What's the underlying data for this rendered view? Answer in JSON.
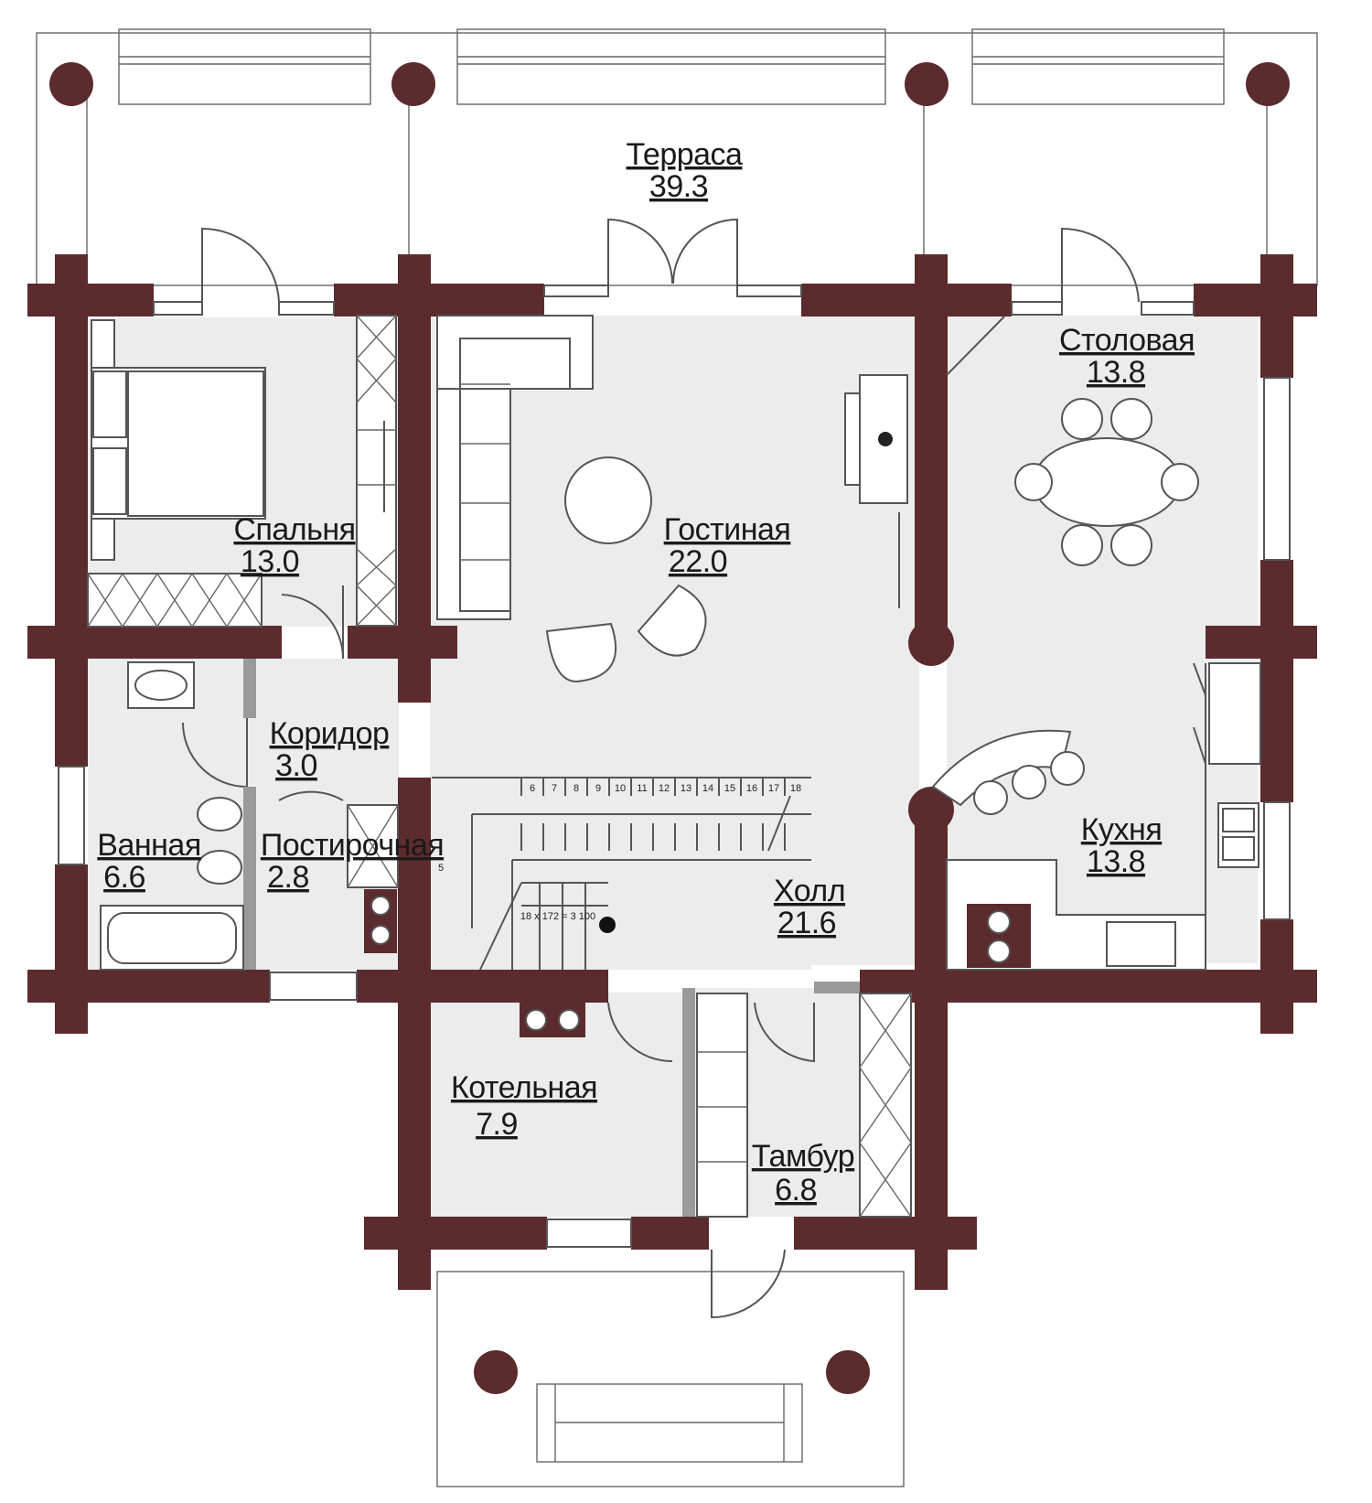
{
  "rooms": [
    {
      "id": "terrace",
      "name": "Терраса",
      "area": "39.3"
    },
    {
      "id": "bedroom",
      "name": "Спальня",
      "area": "13.0"
    },
    {
      "id": "living",
      "name": "Гостиная",
      "area": "22.0"
    },
    {
      "id": "dining",
      "name": "Столовая",
      "area": "13.8"
    },
    {
      "id": "corridor",
      "name": "Коридор",
      "area": "3.0"
    },
    {
      "id": "bathroom",
      "name": "Ванная",
      "area": "6.6"
    },
    {
      "id": "laundry",
      "name": "Постирочная",
      "area": "2.8"
    },
    {
      "id": "kitchen",
      "name": "Кухня",
      "area": "13.8"
    },
    {
      "id": "hall",
      "name": "Холл",
      "area": "21.6"
    },
    {
      "id": "boiler",
      "name": "Котельная",
      "area": "7.9"
    },
    {
      "id": "vestibule",
      "name": "Тамбур",
      "area": "6.8"
    }
  ],
  "stairs": {
    "step_numbers": [
      "5",
      "6",
      "7",
      "8",
      "9",
      "10",
      "11",
      "12",
      "13",
      "14",
      "15",
      "16",
      "17",
      "18"
    ],
    "spec": "18 x 172 = 3 100"
  },
  "colors": {
    "wall": "#5b2b2d",
    "floor": "#ececec"
  }
}
